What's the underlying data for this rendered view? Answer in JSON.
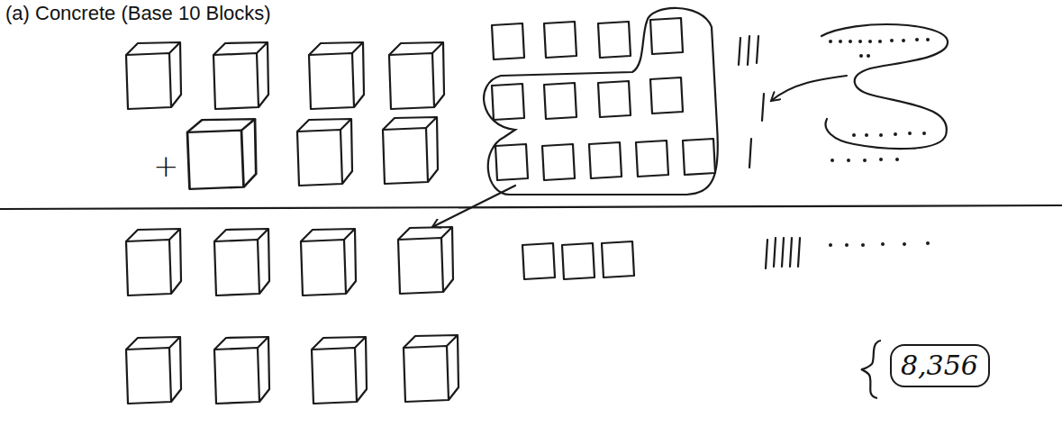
{
  "diagram": {
    "title": "(a) Concrete (Base 10 Blocks)",
    "nodes": [
      {
        "text": [
          "8,356"
        ]
      }
    ],
    "labels": [
      "+"
    ]
  }
}
